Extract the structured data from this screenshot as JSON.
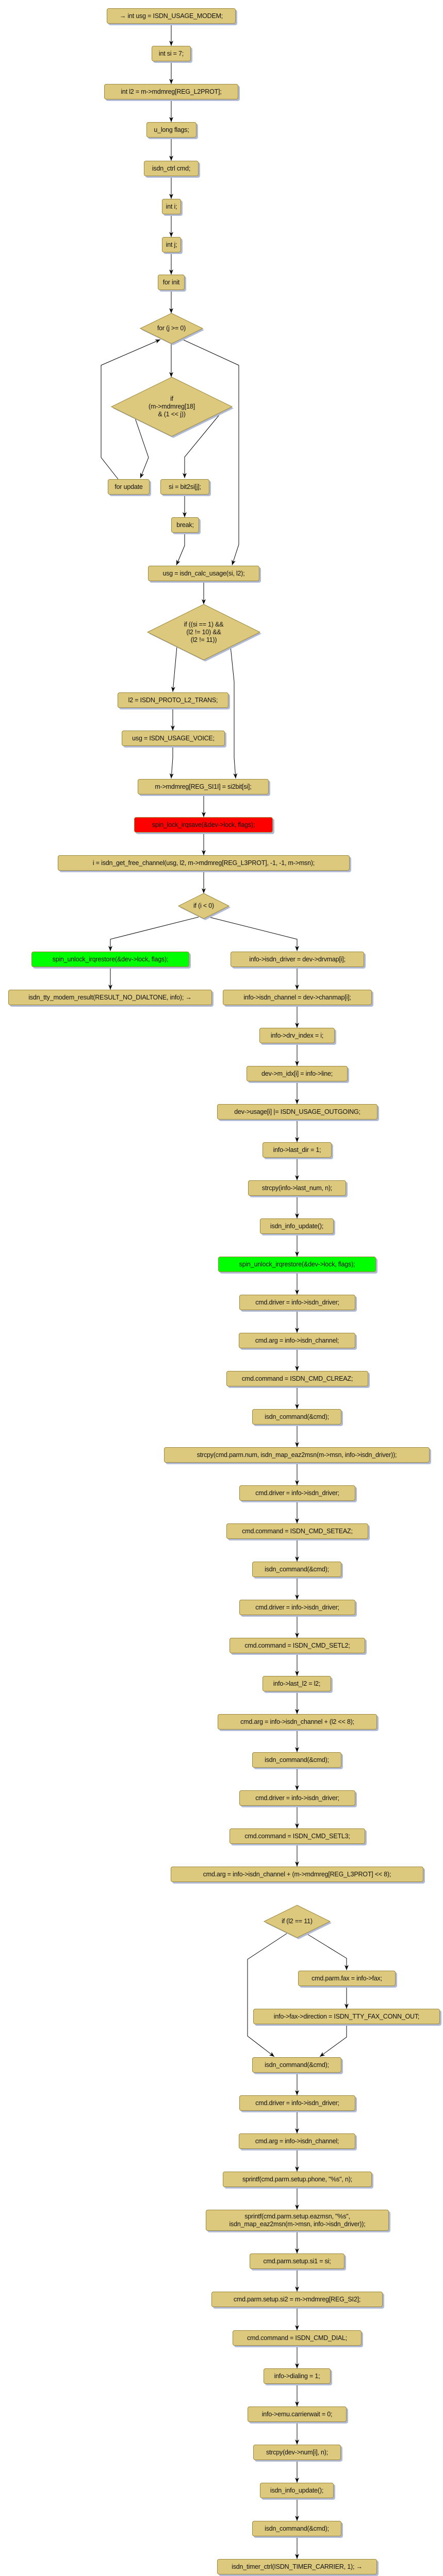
{
  "colors": {
    "node_fill": "#dcc97e",
    "node_border": "#9c873a",
    "lock_fill": "#ff0000",
    "unlock_fill": "#00ff00"
  },
  "nodes": [
    {
      "text": "→ int usg = ISDN_USAGE_MODEM;",
      "shape": "box"
    },
    {
      "text": "int si = 7;",
      "shape": "box"
    },
    {
      "text": "int l2 = m->mdmreg[REG_L2PROT];",
      "shape": "box"
    },
    {
      "text": "u_long flags;",
      "shape": "box"
    },
    {
      "text": "isdn_ctrl cmd;",
      "shape": "box"
    },
    {
      "text": "int i;",
      "shape": "box"
    },
    {
      "text": "int j;",
      "shape": "box"
    },
    {
      "text": "for init",
      "shape": "box"
    },
    {
      "text": "for (j >= 0)",
      "shape": "diamond"
    },
    {
      "text": "if\n(m->mdmreg[18]\n& (1 << j))",
      "shape": "diamond"
    },
    {
      "text": "for update",
      "shape": "box"
    },
    {
      "text": "si = bit2si[j];",
      "shape": "box"
    },
    {
      "text": "break;",
      "shape": "box"
    },
    {
      "text": "usg = isdn_calc_usage(si, l2);",
      "shape": "box"
    },
    {
      "text": "if ((si == 1) &&\n(l2 != 10) &&\n(l2 != 11))",
      "shape": "diamond"
    },
    {
      "text": "l2 = ISDN_PROTO_L2_TRANS;",
      "shape": "box"
    },
    {
      "text": "usg = ISDN_USAGE_VOICE;",
      "shape": "box"
    },
    {
      "text": "m->mdmreg[REG_SI1I] = si2bit[si];",
      "shape": "box"
    },
    {
      "text": "spin_lock_irqsave(&dev->lock, flags);",
      "shape": "box",
      "fill": "#ff0000"
    },
    {
      "text": "i = isdn_get_free_channel(usg, l2, m->mdmreg[REG_L3PROT], -1, -1, m->msn);",
      "shape": "box"
    },
    {
      "text": "if (i < 0)",
      "shape": "diamond"
    },
    {
      "text": "spin_unlock_irqrestore(&dev->lock, flags);",
      "shape": "box",
      "fill": "#00ff00"
    },
    {
      "text": "isdn_tty_modem_result(RESULT_NO_DIALTONE, info); →",
      "shape": "box"
    },
    {
      "text": "info->isdn_driver = dev->drvmap[i];",
      "shape": "box"
    },
    {
      "text": "info->isdn_channel = dev->chanmap[i];",
      "shape": "box"
    },
    {
      "text": "info->drv_index = i;",
      "shape": "box"
    },
    {
      "text": "dev->m_idx[i] = info->line;",
      "shape": "box"
    },
    {
      "text": "dev->usage[i] |= ISDN_USAGE_OUTGOING;",
      "shape": "box"
    },
    {
      "text": "info->last_dir = 1;",
      "shape": "box"
    },
    {
      "text": "strcpy(info->last_num, n);",
      "shape": "box"
    },
    {
      "text": "isdn_info_update();",
      "shape": "box"
    },
    {
      "text": "spin_unlock_irqrestore(&dev->lock, flags);",
      "shape": "box",
      "fill": "#00ff00"
    },
    {
      "text": "cmd.driver = info->isdn_driver;",
      "shape": "box"
    },
    {
      "text": "cmd.arg = info->isdn_channel;",
      "shape": "box"
    },
    {
      "text": "cmd.command = ISDN_CMD_CLREAZ;",
      "shape": "box"
    },
    {
      "text": "isdn_command(&cmd);",
      "shape": "box"
    },
    {
      "text": "strcpy(cmd.parm.num, isdn_map_eaz2msn(m->msn, info->isdn_driver));",
      "shape": "box"
    },
    {
      "text": "cmd.driver = info->isdn_driver;",
      "shape": "box"
    },
    {
      "text": "cmd.command = ISDN_CMD_SETEAZ;",
      "shape": "box"
    },
    {
      "text": "isdn_command(&cmd);",
      "shape": "box"
    },
    {
      "text": "cmd.driver = info->isdn_driver;",
      "shape": "box"
    },
    {
      "text": "cmd.command = ISDN_CMD_SETL2;",
      "shape": "box"
    },
    {
      "text": "info->last_l2 = l2;",
      "shape": "box"
    },
    {
      "text": "cmd.arg = info->isdn_channel + (l2 << 8);",
      "shape": "box"
    },
    {
      "text": "isdn_command(&cmd);",
      "shape": "box"
    },
    {
      "text": "cmd.driver = info->isdn_driver;",
      "shape": "box"
    },
    {
      "text": "cmd.command = ISDN_CMD_SETL3;",
      "shape": "box"
    },
    {
      "text": "cmd.arg = info->isdn_channel + (m->mdmreg[REG_L3PROT] << 8);",
      "shape": "box"
    },
    {
      "text": "if (l2 == 11)",
      "shape": "diamond"
    },
    {
      "text": "cmd.parm.fax = info->fax;",
      "shape": "box"
    },
    {
      "text": "info->fax->direction = ISDN_TTY_FAX_CONN_OUT;",
      "shape": "box"
    },
    {
      "text": "isdn_command(&cmd);",
      "shape": "box"
    },
    {
      "text": "cmd.driver = info->isdn_driver;",
      "shape": "box"
    },
    {
      "text": "cmd.arg = info->isdn_channel;",
      "shape": "box"
    },
    {
      "text": "sprintf(cmd.parm.setup.phone, \"%s\", n);",
      "shape": "box"
    },
    {
      "text": "sprintf(cmd.parm.setup.eazmsn, \"%s\",\nisdn_map_eaz2msn(m->msn, info->isdn_driver));",
      "shape": "box"
    },
    {
      "text": "cmd.parm.setup.si1 = si;",
      "shape": "box"
    },
    {
      "text": "cmd.parm.setup.si2 = m->mdmreg[REG_SI2];",
      "shape": "box"
    },
    {
      "text": "cmd.command = ISDN_CMD_DIAL;",
      "shape": "box"
    },
    {
      "text": "info->dialing = 1;",
      "shape": "box"
    },
    {
      "text": "info->emu.carrierwait = 0;",
      "shape": "box"
    },
    {
      "text": "strcpy(dev->num[i], n);",
      "shape": "box"
    },
    {
      "text": "isdn_info_update();",
      "shape": "box"
    },
    {
      "text": "isdn_command(&cmd);",
      "shape": "box"
    },
    {
      "text": "isdn_timer_ctrl(ISDN_TIMER_CARRIER, 1); →",
      "shape": "box"
    }
  ]
}
